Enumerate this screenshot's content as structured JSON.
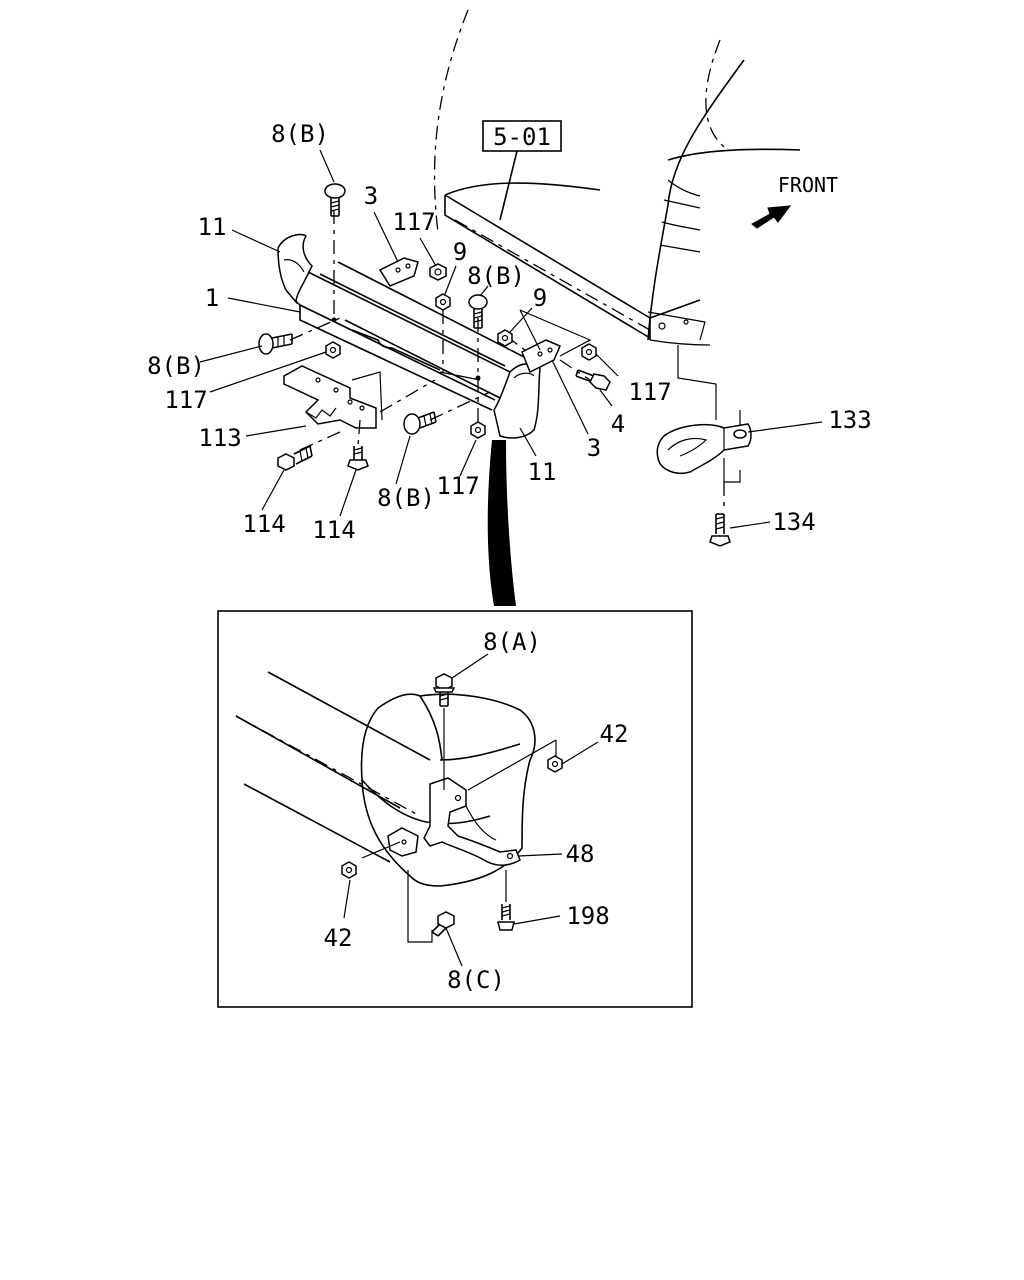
{
  "reference_box": "5-01",
  "direction_label": "FRONT",
  "callouts": {
    "c_8b_top": "8(B)",
    "c_3_top": "3",
    "c_11_left": "11",
    "c_117_top": "117",
    "c_9_left": "9",
    "c_8b_mid": "8(B)",
    "c_9_right": "9",
    "c_1": "1",
    "c_8b_left": "8(B)",
    "c_117_left": "117",
    "c_117_right": "117",
    "c_4": "4",
    "c_3_right": "3",
    "c_11_right": "11",
    "c_113": "113",
    "c_114_left": "114",
    "c_114_right": "114",
    "c_8b_bottom": "8(B)",
    "c_117_bottom": "117",
    "c_133": "133",
    "c_134": "134"
  },
  "detail_callouts": {
    "c_8a": "8(A)",
    "c_42_right": "42",
    "c_48": "48",
    "c_198": "198",
    "c_42_left": "42",
    "c_8c": "8(C)"
  }
}
